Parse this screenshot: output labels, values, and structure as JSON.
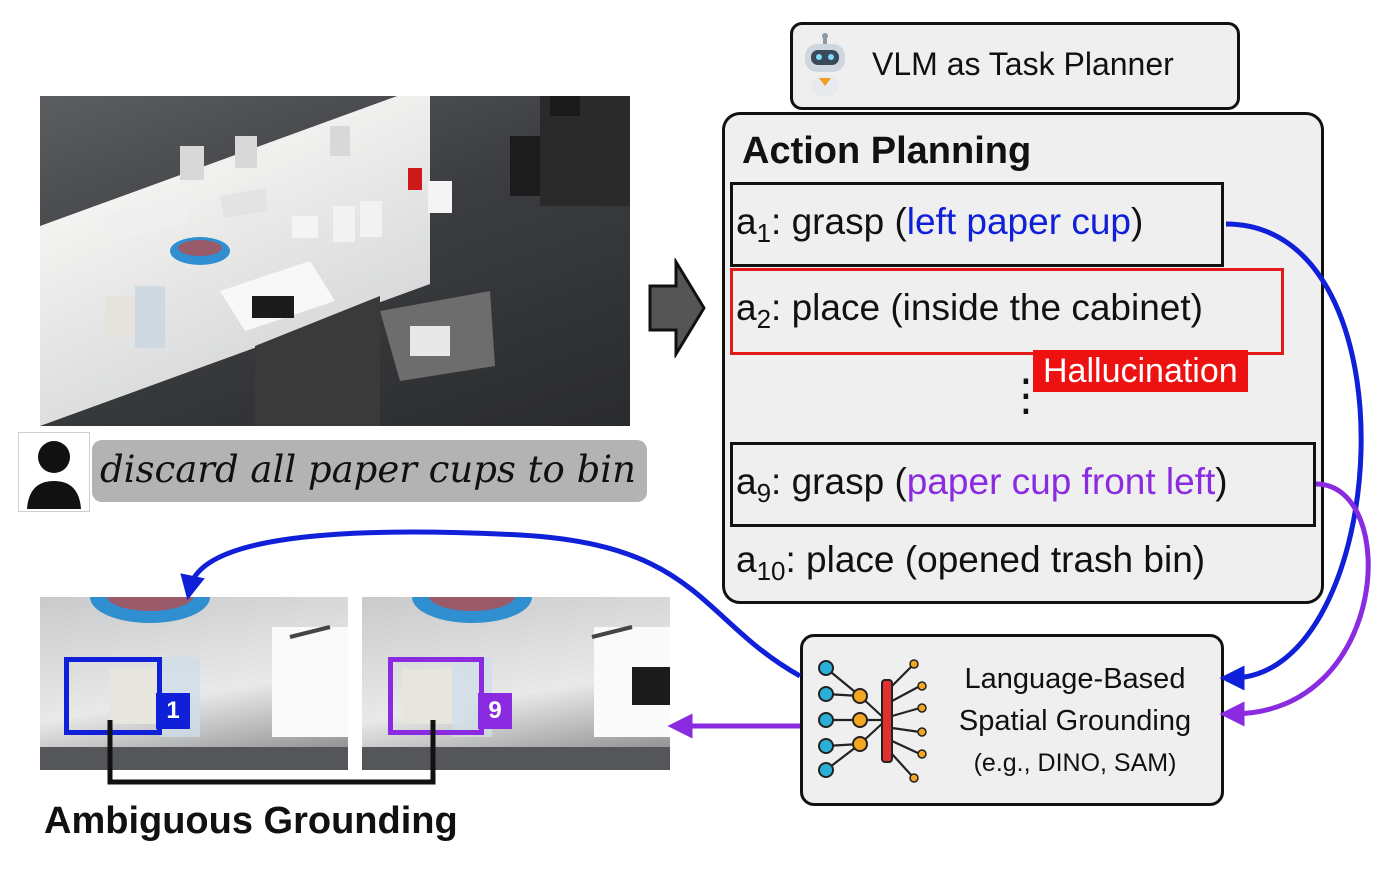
{
  "instruction": {
    "text": "discard all paper cups to bin"
  },
  "planner": {
    "label": "VLM as Task Planner"
  },
  "action_planning": {
    "title": "Action Planning",
    "steps": [
      {
        "id": "a",
        "sub": "1",
        "pre": ": grasp (",
        "target": "left paper cup",
        "post": ")"
      },
      {
        "id": "a",
        "sub": "2",
        "pre": ": place (inside the cabinet)",
        "target": "",
        "post": ""
      },
      {
        "id": "a",
        "sub": "9",
        "pre": ": grasp (",
        "target": "paper cup front left",
        "post": ")"
      },
      {
        "id": "a",
        "sub": "10",
        "pre": ": place (opened trash bin)",
        "target": "",
        "post": ""
      }
    ],
    "hallucination_label": "Hallucination",
    "ellipsis": "⋮"
  },
  "grounding": {
    "line1": "Language-Based",
    "line2": "Spatial Grounding",
    "line3": "(e.g., DINO, SAM)"
  },
  "ambiguous": {
    "label": "Ambiguous Grounding",
    "badge_left": "1",
    "badge_right": "9"
  },
  "colors": {
    "blue": "#1020d8",
    "purple": "#8a2be2",
    "red": "#e31a1a",
    "panel_bg": "#efefef",
    "instruction_bg": "#b3b3b3"
  },
  "icons": {
    "user": "person-icon",
    "robot": "robot-icon",
    "network": "neural-network-icon",
    "arrow": "right-arrow-icon"
  }
}
